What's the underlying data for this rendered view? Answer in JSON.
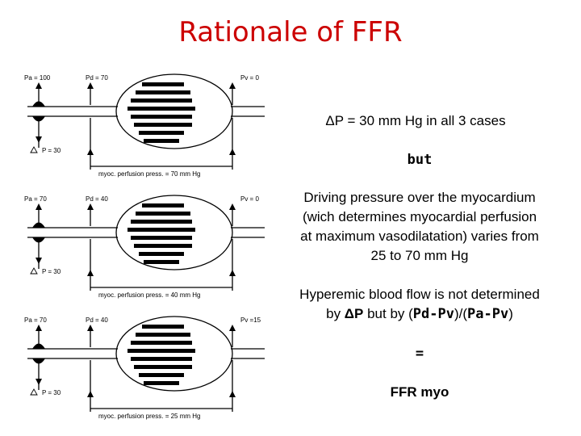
{
  "title": "Rationale of FFR",
  "text": {
    "delta_line": "ΔP = 30 mm Hg in all 3 cases",
    "but": "but",
    "driving_1": "Driving pressure over the myocardium",
    "driving_2": "(wich determines myocardial perfusion",
    "driving_3": "at maximum vasodilatation) varies from",
    "driving_4": "25 to 70 mm Hg",
    "hyper_1": "Hyperemic blood flow is not determined",
    "hyper_2a": "by ",
    "hyper_2b": "ΔP",
    "hyper_2c": " but by (",
    "hyper_2d": "Pd-Pv",
    "hyper_2e": ")/(",
    "hyper_2f": "Pa-Pv",
    "hyper_2g": ")",
    "equals": "=",
    "ffr": "FFR myo"
  },
  "figures": [
    {
      "pa": "Pa = 100",
      "pd": "Pd = 70",
      "pv": "Pv = 0",
      "dp": "P = 30",
      "perf": "myoc. perfusion press. = 70 mm Hg"
    },
    {
      "pa": "Pa = 70",
      "pd": "Pd = 40",
      "pv": "Pv = 0",
      "dp": "P = 30",
      "perf": "myoc. perfusion press. = 40 mm Hg"
    },
    {
      "pa": "Pa = 70",
      "pd": "Pd = 40",
      "pv": "Pv =15",
      "dp": "P = 30",
      "perf": "myoc. perfusion press. = 25 mm Hg"
    }
  ]
}
